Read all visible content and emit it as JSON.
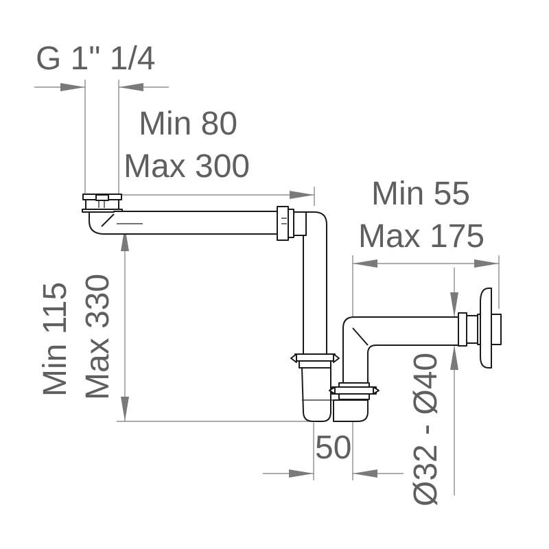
{
  "dimensions": {
    "thread": "G 1\" 1/4",
    "horizontal_min": "Min 80",
    "horizontal_max": "Max 300",
    "wall_min": "Min 55",
    "wall_max": "Max 175",
    "height_min": "Min 115",
    "height_max": "Max 330",
    "offset": "50",
    "diameter": "Ø32 - Ø40"
  }
}
